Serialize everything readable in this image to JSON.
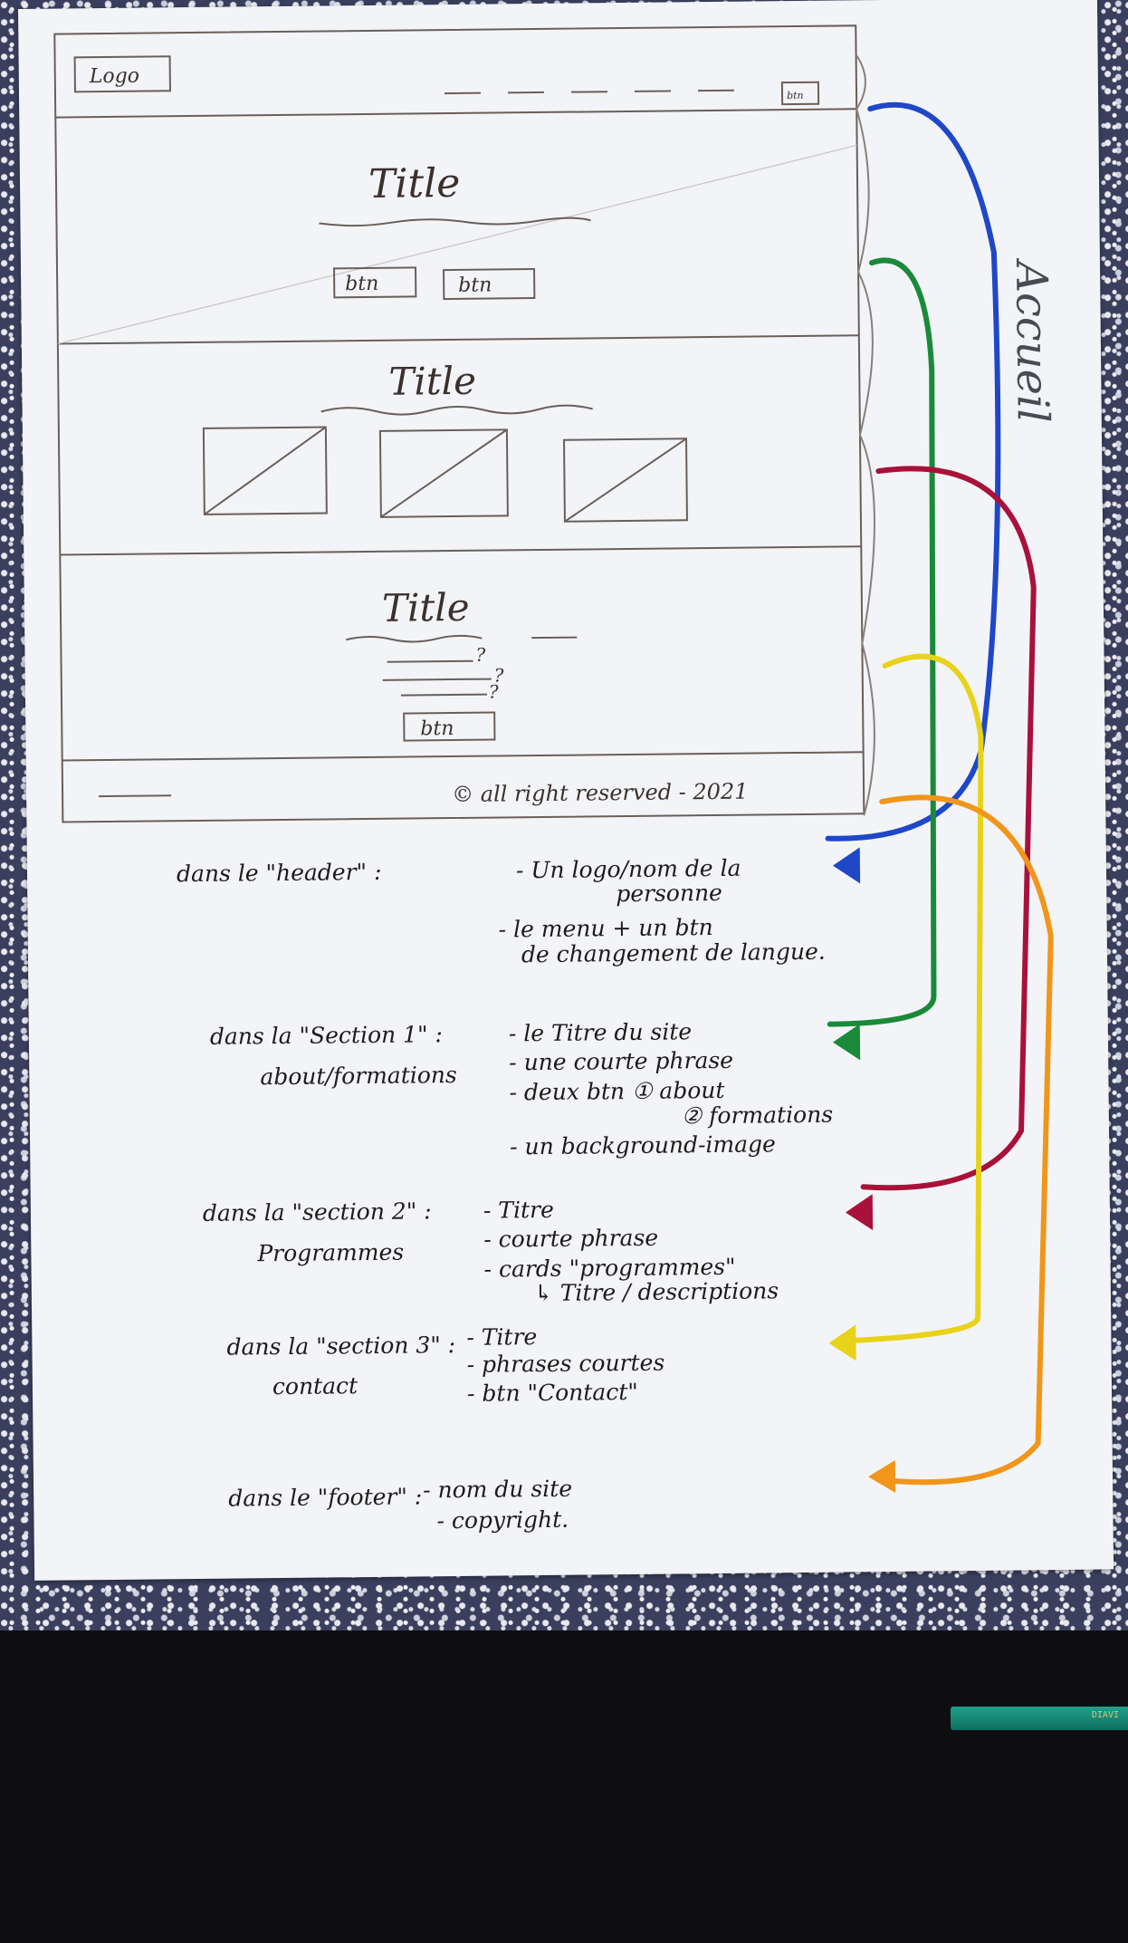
{
  "wireframe": {
    "header": {
      "logo": "Logo",
      "button": "btn"
    },
    "section1": {
      "title": "Title",
      "buttons": [
        "btn",
        "btn"
      ]
    },
    "section2": {
      "title": "Title"
    },
    "section3": {
      "title": "Title",
      "question_marks": [
        "?",
        "?",
        "?"
      ],
      "button": "btn"
    },
    "footer": {
      "copyright": "© all right reserved - 2021"
    }
  },
  "side_label": "Accueil",
  "notes": [
    {
      "heading": [
        "dans le \"header\" :"
      ],
      "items": [
        "- Un logo/nom de la",
        "personne",
        "- le menu + un btn",
        "de changement de langue."
      ],
      "color": "#1f47c8"
    },
    {
      "heading": [
        "dans la \"Section 1\" :",
        "about/formations"
      ],
      "items": [
        "- le Titre du site",
        "- une courte phrase",
        "- deux btn ① about",
        "② formations",
        "- un background-image"
      ],
      "color": "#1a8a3a"
    },
    {
      "heading": [
        "dans la \"section 2\" :",
        "Programmes"
      ],
      "items": [
        "- Titre",
        "- courte phrase",
        "- cards \"programmes\"",
        "↳ Titre / descriptions"
      ],
      "color": "#a8123a"
    },
    {
      "heading": [
        "dans la \"section 3\" :",
        "contact"
      ],
      "items": [
        "- Titre",
        "- phrases courtes",
        "- btn \"Contact\""
      ],
      "color": "#e8d21a"
    },
    {
      "heading": [
        "dans le \"footer\" :"
      ],
      "items": [
        "- nom du site",
        "- copyright."
      ],
      "color": "#f0961a"
    }
  ],
  "pencil_label": "DIAVI"
}
